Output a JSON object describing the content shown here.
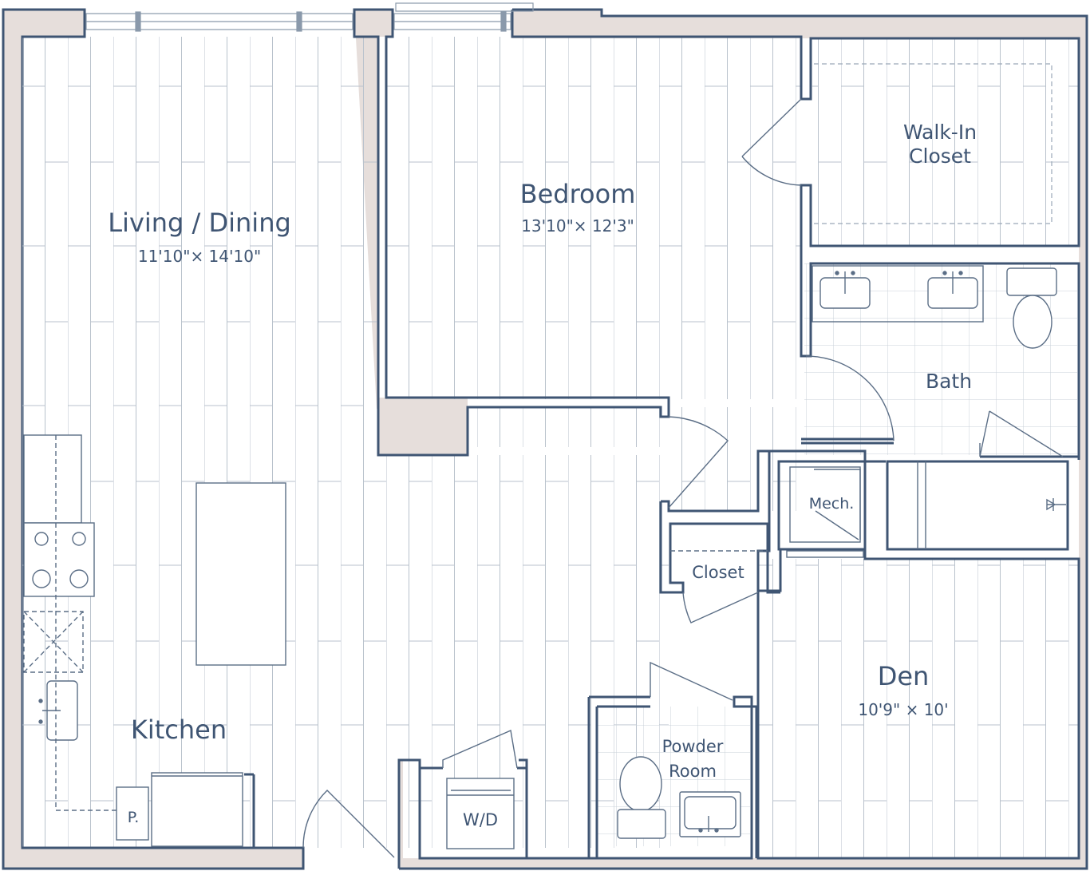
{
  "rooms": {
    "living": {
      "name": "Living / Dining",
      "dims": "11'10\"× 14'10\""
    },
    "bedroom": {
      "name": "Bedroom",
      "dims": "13'10\"× 12'3\""
    },
    "walkin": {
      "line1": "Walk-In",
      "line2": "Closet"
    },
    "bath": {
      "name": "Bath"
    },
    "mech": {
      "name": "Mech."
    },
    "closet": {
      "name": "Closet"
    },
    "den": {
      "name": "Den",
      "dims": "10'9\" × 10'"
    },
    "kitchen": {
      "name": "Kitchen"
    },
    "pantry": {
      "name": "P."
    },
    "wd": {
      "name": "W/D"
    },
    "powder": {
      "line1": "Powder",
      "line2": "Room"
    }
  },
  "colors": {
    "wall": "#3f5573",
    "wall_fill": "#e6dedb",
    "floor_line": "#b9c2cc",
    "fixture": "#5b6e86"
  },
  "icons": [
    "window-icon",
    "door-swing-icon",
    "sink-icon",
    "toilet-icon",
    "stove-icon",
    "shower-icon",
    "fridge-icon",
    "washer-dryer-icon"
  ]
}
